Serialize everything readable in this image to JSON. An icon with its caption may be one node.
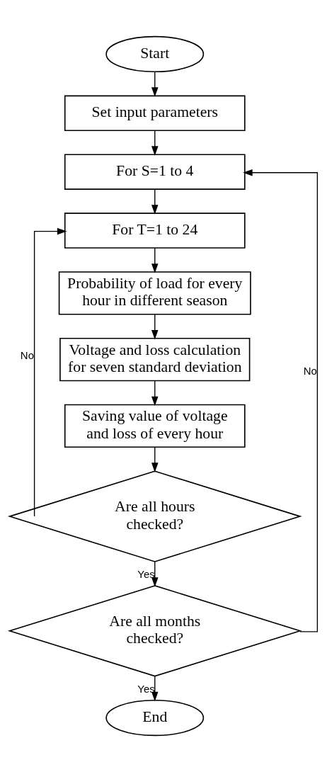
{
  "diagram": {
    "nodes": [
      {
        "text": [
          "Start"
        ]
      },
      {
        "text": [
          "Set input parameters"
        ]
      },
      {
        "text": [
          "For S=1 to 4"
        ]
      },
      {
        "text": [
          "For T=1 to 24"
        ]
      },
      {
        "text": [
          "Probability of load for every hour in different season"
        ]
      },
      {
        "text": [
          "Voltage and loss calculation for seven standard deviation"
        ]
      },
      {
        "text": [
          "Saving value of voltage and loss of every hour"
        ]
      },
      {
        "text": [
          "Are all hours checked?"
        ]
      },
      {
        "text": [
          "Are all months checked?"
        ]
      },
      {
        "text": [
          "End"
        ]
      }
    ],
    "edges": [
      {
        "from": 0,
        "to": 1,
        "arrow": "to"
      },
      {
        "from": 1,
        "to": 2,
        "arrow": "to"
      },
      {
        "from": 2,
        "to": 3,
        "arrow": "to"
      },
      {
        "from": 3,
        "to": 4,
        "arrow": "to"
      },
      {
        "from": 4,
        "to": 5,
        "arrow": "to"
      },
      {
        "from": 5,
        "to": 6,
        "arrow": "to"
      },
      {
        "from": 6,
        "to": 7,
        "arrow": "to"
      },
      {
        "from": 7,
        "to": 8,
        "label": "Yes",
        "arrow": "to"
      },
      {
        "from": 8,
        "to": 9,
        "label": "Yes",
        "arrow": "to"
      },
      {
        "from": 7,
        "to": 3,
        "label": "No",
        "arrow": "to"
      },
      {
        "from": 8,
        "to": 2,
        "label": "No",
        "arrow": "to"
      }
    ]
  }
}
